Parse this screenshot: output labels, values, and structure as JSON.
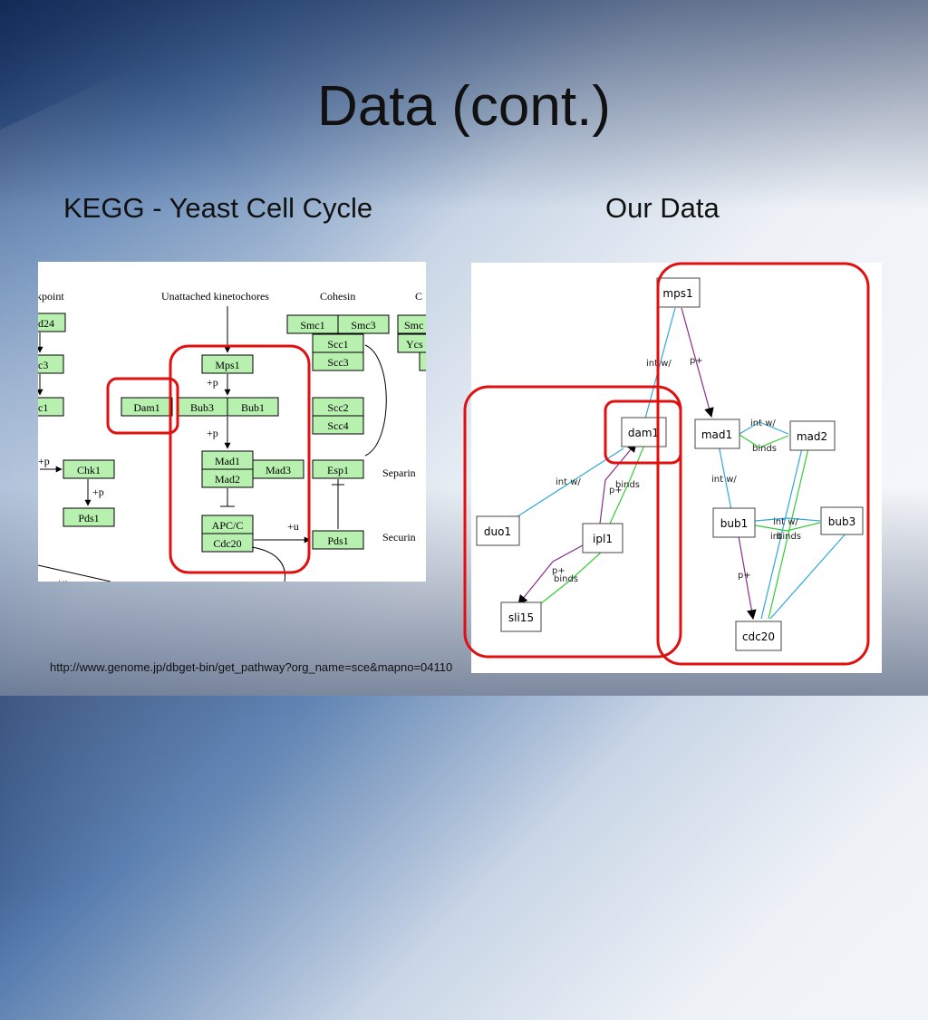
{
  "slide": {
    "title": "Data (cont.)",
    "left_heading": "KEGG - Yeast Cell Cycle",
    "right_heading": "Our Data",
    "source_url": "http://www.genome.jp/dbget-bin/get_pathway?org_name=sce&mapno=04110"
  },
  "kegg": {
    "labels": {
      "checkpoint": "kpoint",
      "unattached": "Unattached kinetochores",
      "cohesin": "Cohesin",
      "c_cut": "C",
      "separin": "Separin",
      "securin": "Securin",
      "plus_p1": "+p",
      "plus_p2": "+p",
      "plus_p3": "+p",
      "plus_p4": "+p",
      "plus_u": "+u",
      "plus_u_bottom": "+u"
    },
    "nodes": {
      "d24": "d24",
      "c3": "c3",
      "c1": "c1",
      "chk1": "Chk1",
      "pds1_left": "Pds1",
      "mps1": "Mps1",
      "dam1": "Dam1",
      "bub3": "Bub3",
      "bub1": "Bub1",
      "mad1": "Mad1",
      "mad2": "Mad2",
      "mad3": "Mad3",
      "apcc": "APC/C",
      "cdc20": "Cdc20",
      "smc1": "Smc1",
      "smc3": "Smc3",
      "scc1": "Scc1",
      "scc3": "Scc3",
      "scc2": "Scc2",
      "scc4": "Scc4",
      "esp1": "Esp1",
      "pds1_right": "Pds1",
      "smc_cut": "Smc",
      "ycs_cut": "Ycs"
    }
  },
  "ours": {
    "nodes": {
      "mps1": "mps1",
      "dam1": "dam1",
      "mad1": "mad1",
      "mad2": "mad2",
      "duo1": "duo1",
      "ipl1": "ipl1",
      "sli15": "sli15",
      "bub1": "bub1",
      "bub3": "bub3",
      "cdc20": "cdc20"
    },
    "edge_labels": {
      "mps1_dam1": "int w/",
      "mps1_mad1": "p+",
      "mad1_mad2_int": "int w/",
      "mad1_mad2_binds": "binds",
      "duo1_dam1": "int w/",
      "ipl1_dam1_p": "p+",
      "ipl1_dam1_binds": "binds",
      "mad1_bub1": "int w/",
      "bub1_bub3_int": "int w/",
      "bub1_bub3_binds": "binds",
      "bub1_bub3_overlap": "int",
      "bub1_cdc20": "p+",
      "ipl1_sli15_p": "p+",
      "ipl1_sli15_binds": "binds"
    },
    "colors": {
      "int_edge": "#2fa8d8",
      "p_edge": "#8a2d8a",
      "binds_edge": "#33cc33",
      "highlight": "#e01010"
    }
  }
}
